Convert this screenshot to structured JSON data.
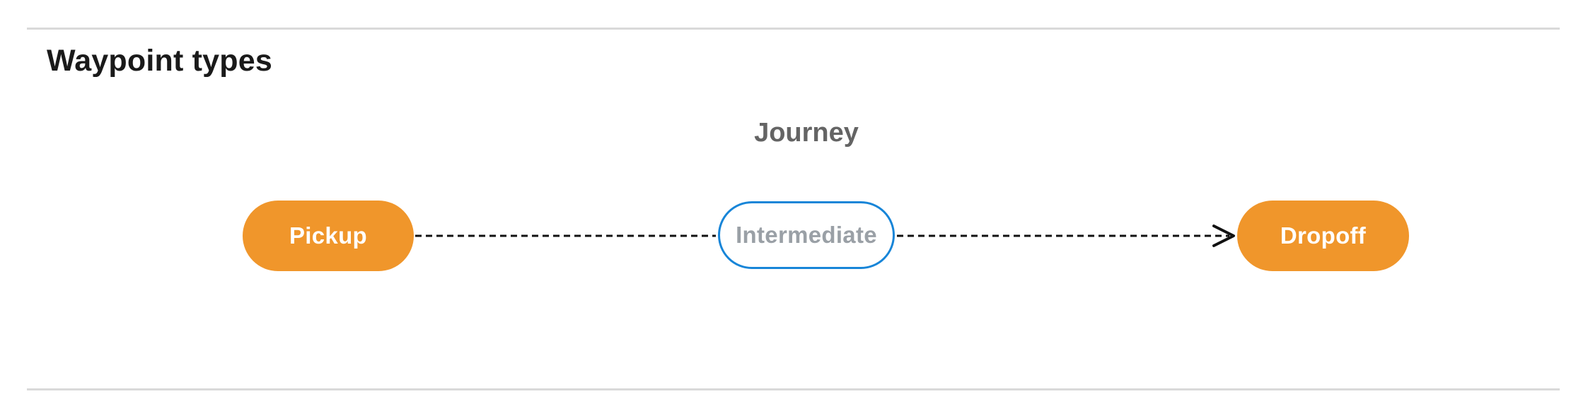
{
  "theme": {
    "accent_orange": "#f0962b",
    "accent_blue": "#1785d8",
    "node_text_light": "#ffffff",
    "node_text_muted": "#9aa0a6",
    "connector_color": "#111111",
    "divider_color": "#d9d9d9",
    "heading_color": "#1a1a1a",
    "journey_color": "#646464"
  },
  "section": {
    "heading": "Waypoint types"
  },
  "diagram": {
    "title": "Journey",
    "nodes": [
      {
        "label": "Pickup",
        "kind": "pickup",
        "style": "filled-orange"
      },
      {
        "label": "Intermediate",
        "kind": "intermediate",
        "style": "outlined-blue"
      },
      {
        "label": "Dropoff",
        "kind": "dropoff",
        "style": "filled-orange"
      }
    ],
    "edges": [
      {
        "from": "Pickup",
        "to": "Intermediate",
        "line": "dashed",
        "arrowhead": false
      },
      {
        "from": "Intermediate",
        "to": "Dropoff",
        "line": "dashed",
        "arrowhead": true
      }
    ]
  }
}
